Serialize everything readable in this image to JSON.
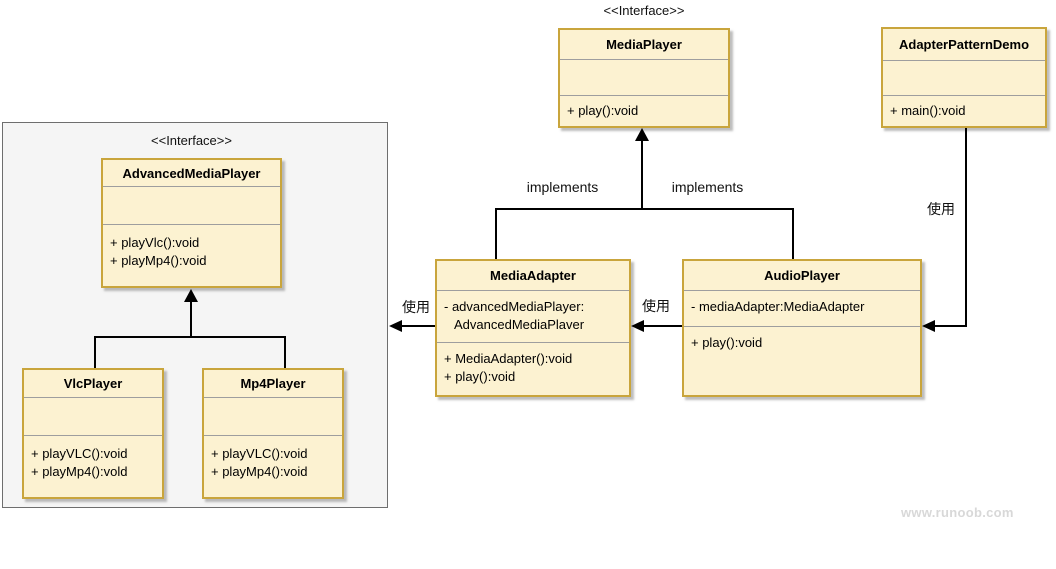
{
  "diagram": {
    "top_stereotype": "<<Interface>>",
    "group_stereotype": "<<Interface>>",
    "classes": {
      "media_player": {
        "name": "MediaPlayer",
        "methods": [
          "+ play():void"
        ]
      },
      "adapter_pattern_demo": {
        "name": "AdapterPatternDemo",
        "methods": [
          "+ main():void"
        ]
      },
      "advanced_media_player": {
        "name": "AdvancedMediaPlayer",
        "methods": [
          "+ playVlc():void",
          "+ playMp4():void"
        ]
      },
      "vlc_player": {
        "name": "VlcPlayer",
        "methods": [
          "+ playVLC():void",
          "+ playMp4():vold"
        ]
      },
      "mp4_player": {
        "name": "Mp4Player",
        "methods": [
          "+ playVLC():void",
          "+ playMp4():void"
        ]
      },
      "media_adapter": {
        "name": "MediaAdapter",
        "attributes": [
          "- advancedMediaPlayer:",
          "AdvancedMediaPlaver"
        ],
        "methods": [
          "+ MediaAdapter():void",
          "+ play():void"
        ]
      },
      "audio_player": {
        "name": "AudioPlayer",
        "attributes": [
          "- mediaAdapter:MediaAdapter"
        ],
        "methods": [
          "+ play():void"
        ]
      }
    },
    "edge_labels": {
      "implements_left": "implements",
      "implements_right": "implements",
      "use_left": "使用",
      "use_middle": "使用",
      "use_right": "使用"
    },
    "watermark": "www.runoob.com",
    "colors": {
      "box_fill": "#FCF2D1",
      "box_border": "#C9A53C",
      "group_fill": "#F5F5F5",
      "group_border": "#6E6E6E",
      "line": "#000000",
      "watermark": "#D8D8D8"
    }
  }
}
